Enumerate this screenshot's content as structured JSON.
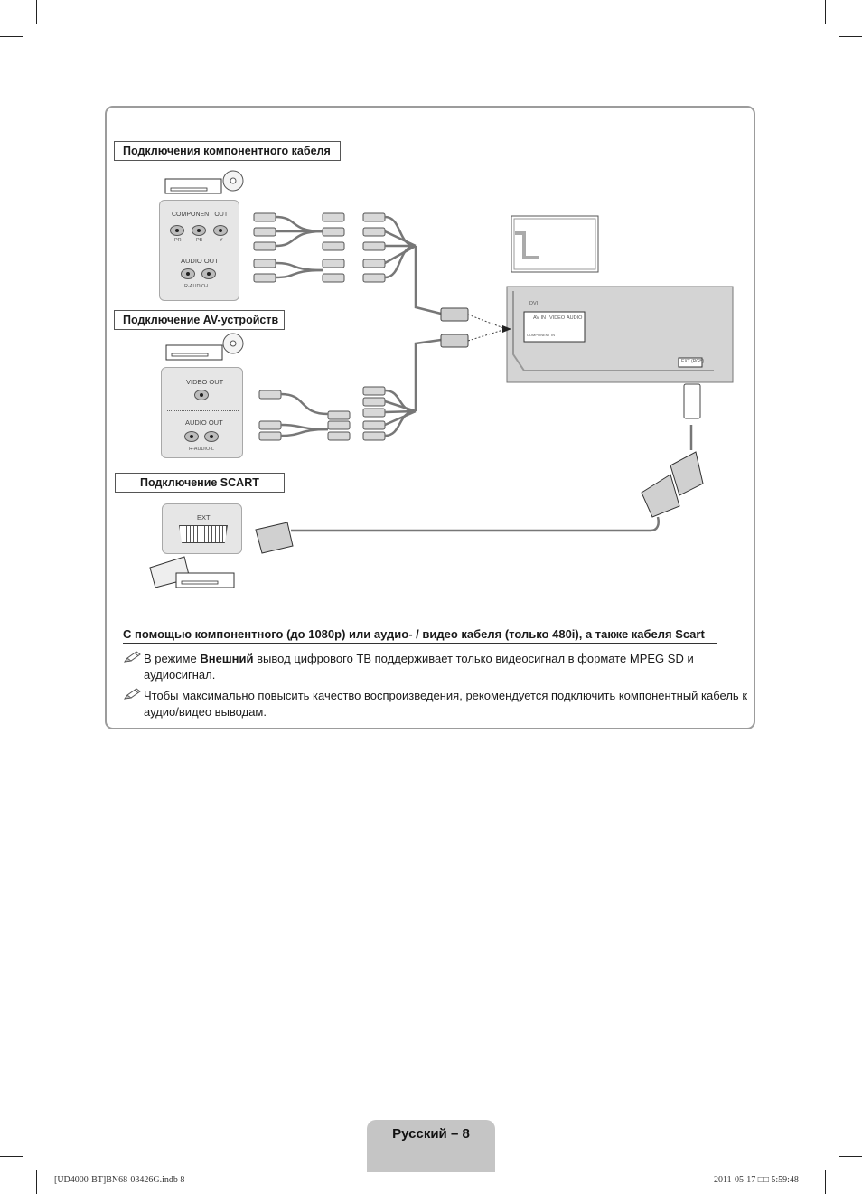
{
  "sections": {
    "component_label": "Подключения компонентного кабеля",
    "av_label": "Подключение AV-устройств",
    "scart_label": "Подключение SCART"
  },
  "component_panel": {
    "component_out": "COMPONENT OUT",
    "pr": "PR",
    "pb": "PB",
    "y": "Y",
    "audio_out": "AUDIO OUT",
    "r_audio_l": "R-AUDIO-L"
  },
  "av_panel": {
    "video_out": "VIDEO OUT",
    "audio_out": "AUDIO OUT",
    "r_audio_l": "R-AUDIO-L"
  },
  "scart_panel": {
    "ext": "EXT"
  },
  "tv_back": {
    "dvi": "DVI",
    "av_in": "AV IN",
    "video": "VIDEO",
    "audio": "AUDIO",
    "component_in": "COMPONENT IN",
    "ext_rgb": "EXT (RGB)"
  },
  "caption": {
    "title": "С помощью компонентного (до 1080p) или аудио- / видео кабеля (только 480i), а также кабеля Scart",
    "note1_prefix": "В режиме ",
    "note1_bold": "Внешний",
    "note1_suffix": " вывод цифрового ТВ поддерживает только видеосигнал в формате MPEG SD и аудиосигнал.",
    "note2": "Чтобы максимально повысить качество воспроизведения, рекомендуется подключить компонентный кабель к аудио/видео выводам."
  },
  "page": {
    "label": "Русский – 8"
  },
  "footer": {
    "left": "[UD4000-BT]BN68-03426G.indb   8",
    "right": "2011-05-17   □□ 5:59:48"
  }
}
